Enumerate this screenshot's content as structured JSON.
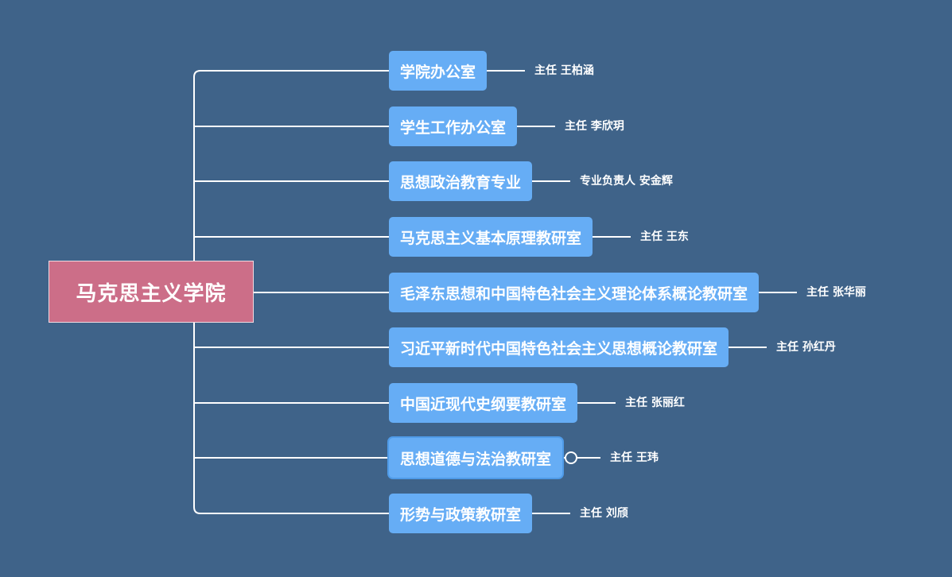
{
  "root": {
    "label": "马克思主义学院"
  },
  "branches": [
    {
      "label": "学院办公室",
      "leaf": "主任 王柏涵"
    },
    {
      "label": "学生工作办公室",
      "leaf": "主任 李欣玥"
    },
    {
      "label": "思想政治教育专业",
      "leaf": "专业负责人 安金辉"
    },
    {
      "label": "马克思主义基本原理教研室",
      "leaf": "主任 王东"
    },
    {
      "label": "毛泽东思想和中国特色社会主义理论体系概论教研室",
      "leaf": "主任 张华丽"
    },
    {
      "label": "习近平新时代中国特色社会主义思想概论教研室",
      "leaf": "主任 孙红丹"
    },
    {
      "label": "中国近现代史纲要教研室",
      "leaf": "主任 张丽红"
    },
    {
      "label": "思想道德与法治教研室",
      "leaf": "主任 王玮"
    },
    {
      "label": "形势与政策教研室",
      "leaf": "主任 刘颀"
    }
  ],
  "colors": {
    "background": "#3f6389",
    "root_fill": "#cc6e88",
    "branch_fill": "#66adf5",
    "connector": "#ffffff"
  }
}
